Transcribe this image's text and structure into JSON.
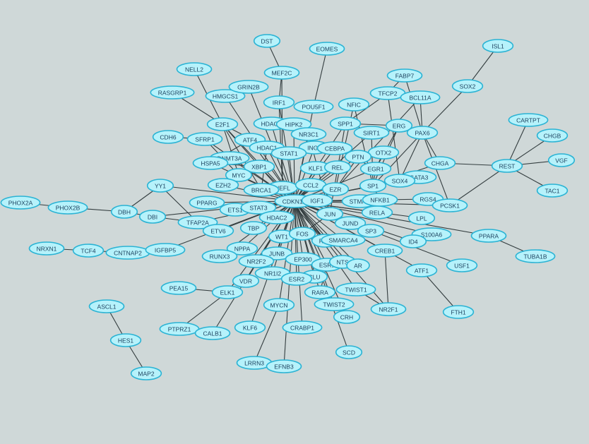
{
  "style": {
    "background": "#cfd8d8",
    "node_fill": "#b6f2fb",
    "node_stroke": "#2ab3d4",
    "edge_color": "#333d3f",
    "label_color": "#1a3f5c"
  },
  "nodes": [
    {
      "id": "DST",
      "label": "DST"
    },
    {
      "id": "EOMES",
      "label": "EOMES"
    },
    {
      "id": "ISL1",
      "label": "ISL1"
    },
    {
      "id": "NELL2",
      "label": "NELL2"
    },
    {
      "id": "MEF2C",
      "label": "MEF2C"
    },
    {
      "id": "FABP7",
      "label": "FABP7"
    },
    {
      "id": "RASGRP1",
      "label": "RASGRP1"
    },
    {
      "id": "HMGCS1",
      "label": "HMGCS1"
    },
    {
      "id": "GRIN2B",
      "label": "GRIN2B"
    },
    {
      "id": "SOX2",
      "label": "SOX2"
    },
    {
      "id": "TFCP2",
      "label": "TFCP2"
    },
    {
      "id": "BCL11A",
      "label": "BCL11A"
    },
    {
      "id": "IRF1",
      "label": "IRF1"
    },
    {
      "id": "POU5F1",
      "label": "POU5F1"
    },
    {
      "id": "NFIC",
      "label": "NFIC"
    },
    {
      "id": "CARTPT",
      "label": "CARTPT"
    },
    {
      "id": "E2F1",
      "label": "E2F1"
    },
    {
      "id": "HDAC7",
      "label": "HDAC7"
    },
    {
      "id": "HIPK2",
      "label": "HIPK2"
    },
    {
      "id": "SPP1",
      "label": "SPP1"
    },
    {
      "id": "ERG",
      "label": "ERG"
    },
    {
      "id": "CDH6",
      "label": "CDH6"
    },
    {
      "id": "NR3C1",
      "label": "NR3C1"
    },
    {
      "id": "SIRT1",
      "label": "SIRT1"
    },
    {
      "id": "PAX6",
      "label": "PAX6"
    },
    {
      "id": "CHGB",
      "label": "CHGB"
    },
    {
      "id": "SFRP1",
      "label": "SFRP1"
    },
    {
      "id": "ATF4",
      "label": "ATF4"
    },
    {
      "id": "HDAC1",
      "label": "HDAC1"
    },
    {
      "id": "ING4",
      "label": "ING4"
    },
    {
      "id": "CEBPA",
      "label": "CEBPA"
    },
    {
      "id": "STAT1",
      "label": "STAT1"
    },
    {
      "id": "OTX2",
      "label": "OTX2"
    },
    {
      "id": "DNMT3A",
      "label": "DNMT3A"
    },
    {
      "id": "PTN",
      "label": "PTN"
    },
    {
      "id": "VGF",
      "label": "VGF"
    },
    {
      "id": "HSPA5",
      "label": "HSPA5"
    },
    {
      "id": "XBP1",
      "label": "XBP1"
    },
    {
      "id": "KLF1",
      "label": "KLF1"
    },
    {
      "id": "REL",
      "label": "REL"
    },
    {
      "id": "EGR1",
      "label": "EGR1"
    },
    {
      "id": "CHGA",
      "label": "CHGA"
    },
    {
      "id": "REST",
      "label": "REST"
    },
    {
      "id": "MYC",
      "label": "MYC"
    },
    {
      "id": "GATA3",
      "label": "GATA3"
    },
    {
      "id": "SOX4",
      "label": "SOX4"
    },
    {
      "id": "YY1",
      "label": "YY1"
    },
    {
      "id": "EZH2",
      "label": "EZH2"
    },
    {
      "id": "NEFL",
      "label": "NEFL"
    },
    {
      "id": "CCL2",
      "label": "CCL2"
    },
    {
      "id": "EZR",
      "label": "EZR"
    },
    {
      "id": "SP1",
      "label": "SP1"
    },
    {
      "id": "TAC1",
      "label": "TAC1"
    },
    {
      "id": "BRCA1",
      "label": "BRCA1"
    },
    {
      "id": "PHOX2A",
      "label": "PHOX2A"
    },
    {
      "id": "PHOX2B",
      "label": "PHOX2B"
    },
    {
      "id": "PPARG",
      "label": "PPARG"
    },
    {
      "id": "CDKN1A",
      "label": "CDKN1A"
    },
    {
      "id": "IGF1",
      "label": "IGF1"
    },
    {
      "id": "STMN1",
      "label": "STMN1"
    },
    {
      "id": "NFKB1",
      "label": "NFKB1"
    },
    {
      "id": "RGS4",
      "label": "RGS4"
    },
    {
      "id": "PCSK1",
      "label": "PCSK1"
    },
    {
      "id": "DBH",
      "label": "DBH"
    },
    {
      "id": "ETS1",
      "label": "ETS1"
    },
    {
      "id": "STAT3",
      "label": "STAT3"
    },
    {
      "id": "DBI",
      "label": "DBI"
    },
    {
      "id": "JUN",
      "label": "JUN"
    },
    {
      "id": "RELA",
      "label": "RELA"
    },
    {
      "id": "LPL",
      "label": "LPL"
    },
    {
      "id": "TFAP2A",
      "label": "TFAP2A"
    },
    {
      "id": "HDAC2",
      "label": "HDAC2"
    },
    {
      "id": "JUND",
      "label": "JUND"
    },
    {
      "id": "ETV6",
      "label": "ETV6"
    },
    {
      "id": "TBP",
      "label": "TBP"
    },
    {
      "id": "SP3",
      "label": "SP3"
    },
    {
      "id": "S100A6",
      "label": "S100A6"
    },
    {
      "id": "PPARA",
      "label": "PPARA"
    },
    {
      "id": "WT1",
      "label": "WT1"
    },
    {
      "id": "FOS",
      "label": "FOS"
    },
    {
      "id": "RB1",
      "label": "RB1"
    },
    {
      "id": "SMARCA4",
      "label": "SMARCA4"
    },
    {
      "id": "ID4",
      "label": "ID4"
    },
    {
      "id": "NRXN1",
      "label": "NRXN1"
    },
    {
      "id": "TCF4",
      "label": "TCF4"
    },
    {
      "id": "CNTNAP2",
      "label": "CNTNAP2"
    },
    {
      "id": "IGFBP5",
      "label": "IGFBP5"
    },
    {
      "id": "NPPA",
      "label": "NPPA"
    },
    {
      "id": "JUNB",
      "label": "JUNB"
    },
    {
      "id": "CREB1",
      "label": "CREB1"
    },
    {
      "id": "TUBA1B",
      "label": "TUBA1B"
    },
    {
      "id": "RUNX3",
      "label": "RUNX3"
    },
    {
      "id": "NR2F2",
      "label": "NR2F2"
    },
    {
      "id": "EP300",
      "label": "EP300"
    },
    {
      "id": "ESR1",
      "label": "ESR1"
    },
    {
      "id": "NTS",
      "label": "NTS"
    },
    {
      "id": "AR",
      "label": "AR"
    },
    {
      "id": "USF1",
      "label": "USF1"
    },
    {
      "id": "ATF1",
      "label": "ATF1"
    },
    {
      "id": "NR1I2",
      "label": "NR1I2"
    },
    {
      "id": "CLU",
      "label": "CLU"
    },
    {
      "id": "ESR2",
      "label": "ESR2"
    },
    {
      "id": "VDR",
      "label": "VDR"
    },
    {
      "id": "PEA15",
      "label": "PEA15"
    },
    {
      "id": "TWIST1",
      "label": "TWIST1"
    },
    {
      "id": "RARA",
      "label": "RARA"
    },
    {
      "id": "ELK1",
      "label": "ELK1"
    },
    {
      "id": "ASCL1",
      "label": "ASCL1"
    },
    {
      "id": "MYCN",
      "label": "MYCN"
    },
    {
      "id": "TWIST2",
      "label": "TWIST2"
    },
    {
      "id": "NR2F1",
      "label": "NR2F1"
    },
    {
      "id": "FTH1",
      "label": "FTH1"
    },
    {
      "id": "CRH",
      "label": "CRH"
    },
    {
      "id": "HES1",
      "label": "HES1"
    },
    {
      "id": "PTPRZ1",
      "label": "PTPRZ1"
    },
    {
      "id": "CALB1",
      "label": "CALB1"
    },
    {
      "id": "KLF6",
      "label": "KLF6"
    },
    {
      "id": "CRABP1",
      "label": "CRABP1"
    },
    {
      "id": "SCD",
      "label": "SCD"
    },
    {
      "id": "MAP2",
      "label": "MAP2"
    },
    {
      "id": "LRRN3",
      "label": "LRRN3"
    },
    {
      "id": "EFNB3",
      "label": "EFNB3"
    }
  ],
  "edges": [
    [
      "ISL1",
      "SOX2"
    ],
    [
      "SOX2",
      "PAX6"
    ],
    [
      "DST",
      "MEF2C"
    ],
    [
      "MEF2C",
      "IRF1"
    ],
    [
      "MEF2C",
      "NEFL"
    ],
    [
      "EOMES",
      "POU5F1"
    ],
    [
      "POU5F1",
      "CDKN1A"
    ],
    [
      "FABP7",
      "PAX6"
    ],
    [
      "FABP7",
      "TFCP2"
    ],
    [
      "TFCP2",
      "SPP1"
    ],
    [
      "TFCP2",
      "SOX4"
    ],
    [
      "BCL11A",
      "PAX6"
    ],
    [
      "BCL11A",
      "TFCP2"
    ],
    [
      "BCL11A",
      "EZR"
    ],
    [
      "NELL2",
      "E2F1"
    ],
    [
      "RASGRP1",
      "E2F1"
    ],
    [
      "HMGCS1",
      "CDKN1A"
    ],
    [
      "GRIN2B",
      "CDKN1A"
    ],
    [
      "IRF1",
      "NEFL"
    ],
    [
      "IRF1",
      "CDKN1A"
    ],
    [
      "NFIC",
      "EZR"
    ],
    [
      "NFIC",
      "SP1"
    ],
    [
      "CARTPT",
      "REST"
    ],
    [
      "CHGB",
      "REST"
    ],
    [
      "VGF",
      "REST"
    ],
    [
      "TAC1",
      "REST"
    ],
    [
      "REST",
      "CHGA"
    ],
    [
      "REST",
      "PCSK1"
    ],
    [
      "CHGA",
      "PAX6"
    ],
    [
      "CHGA",
      "SP1"
    ],
    [
      "E2F1",
      "BRCA1"
    ],
    [
      "E2F1",
      "HDAC1"
    ],
    [
      "E2F1",
      "CDKN1A"
    ],
    [
      "E2F1",
      "MYC"
    ],
    [
      "E2F1",
      "RB1"
    ],
    [
      "HDAC7",
      "CDKN1A"
    ],
    [
      "HIPK2",
      "CDKN1A"
    ],
    [
      "SPP1",
      "CDKN1A"
    ],
    [
      "SPP1",
      "JUN"
    ],
    [
      "SPP1",
      "ERG"
    ],
    [
      "ERG",
      "EGR1"
    ],
    [
      "ERG",
      "SP1"
    ],
    [
      "CDH6",
      "SFRP1"
    ],
    [
      "NR3C1",
      "CDKN1A"
    ],
    [
      "NR3C1",
      "JUN"
    ],
    [
      "SIRT1",
      "CDKN1A"
    ],
    [
      "SIRT1",
      "SP1"
    ],
    [
      "PAX6",
      "SOX4"
    ],
    [
      "PAX6",
      "SP1"
    ],
    [
      "PAX6",
      "PCSK1"
    ],
    [
      "SFRP1",
      "CDKN1A"
    ],
    [
      "SFRP1",
      "MYC"
    ],
    [
      "ATF4",
      "CDKN1A"
    ],
    [
      "ATF4",
      "HSPA5"
    ],
    [
      "HDAC1",
      "CDKN1A"
    ],
    [
      "HDAC1",
      "STAT1"
    ],
    [
      "HDAC1",
      "BRCA1"
    ],
    [
      "ING4",
      "CDKN1A"
    ],
    [
      "CEBPA",
      "CDKN1A"
    ],
    [
      "CEBPA",
      "EGR1"
    ],
    [
      "STAT1",
      "CDKN1A"
    ],
    [
      "OTX2",
      "EGR1"
    ],
    [
      "DNMT3A",
      "CDKN1A"
    ],
    [
      "PTN",
      "EZR"
    ],
    [
      "PTN",
      "CDKN1A"
    ],
    [
      "HSPA5",
      "XBP1"
    ],
    [
      "HSPA5",
      "CDKN1A"
    ],
    [
      "XBP1",
      "CDKN1A"
    ],
    [
      "KLF1",
      "CDKN1A"
    ],
    [
      "REL",
      "CDKN1A"
    ],
    [
      "EGR1",
      "CDKN1A"
    ],
    [
      "EGR1",
      "SP1"
    ],
    [
      "MYC",
      "CDKN1A"
    ],
    [
      "GATA3",
      "SP1"
    ],
    [
      "GATA3",
      "CDKN1A"
    ],
    [
      "SOX4",
      "CDKN1A"
    ],
    [
      "YY1",
      "DBH"
    ],
    [
      "YY1",
      "CDKN1A"
    ],
    [
      "YY1",
      "TFAP2A"
    ],
    [
      "EZH2",
      "CDKN1A"
    ],
    [
      "NEFL",
      "CDKN1A"
    ],
    [
      "CCL2",
      "CDKN1A"
    ],
    [
      "EZR",
      "CDKN1A"
    ],
    [
      "SP1",
      "CDKN1A"
    ],
    [
      "SP1",
      "NFKB1"
    ],
    [
      "BRCA1",
      "CDKN1A"
    ],
    [
      "PHOX2A",
      "PHOX2B"
    ],
    [
      "PHOX2B",
      "DBH"
    ],
    [
      "PPARG",
      "CDKN1A"
    ],
    [
      "IGF1",
      "CDKN1A"
    ],
    [
      "STMN1",
      "CDKN1A"
    ],
    [
      "NFKB1",
      "CDKN1A"
    ],
    [
      "RGS4",
      "CDKN1A"
    ],
    [
      "RGS4",
      "PCSK1"
    ],
    [
      "PCSK1",
      "CDKN1A"
    ],
    [
      "DBH",
      "DBI"
    ],
    [
      "DBI",
      "TFAP2A"
    ],
    [
      "ETS1",
      "CDKN1A"
    ],
    [
      "STAT3",
      "CDKN1A"
    ],
    [
      "DBI",
      "CDKN1A"
    ],
    [
      "JUN",
      "CDKN1A"
    ],
    [
      "RELA",
      "CDKN1A"
    ],
    [
      "LPL",
      "CDKN1A"
    ],
    [
      "TFAP2A",
      "CDKN1A"
    ],
    [
      "HDAC2",
      "CDKN1A"
    ],
    [
      "JUND",
      "CDKN1A"
    ],
    [
      "ETV6",
      "CDKN1A"
    ],
    [
      "TBP",
      "CDKN1A"
    ],
    [
      "SP3",
      "CDKN1A"
    ],
    [
      "S100A6",
      "CDKN1A"
    ],
    [
      "PPARA",
      "TUBA1B"
    ],
    [
      "PPARA",
      "CDKN1A"
    ],
    [
      "WT1",
      "CDKN1A"
    ],
    [
      "FOS",
      "CDKN1A"
    ],
    [
      "RB1",
      "CDKN1A"
    ],
    [
      "SMARCA4",
      "CDKN1A"
    ],
    [
      "ID4",
      "CDKN1A"
    ],
    [
      "NRXN1",
      "TCF4"
    ],
    [
      "TCF4",
      "CNTNAP2"
    ],
    [
      "IGFBP5",
      "CDKN1A"
    ],
    [
      "NPPA",
      "CDKN1A"
    ],
    [
      "JUNB",
      "CDKN1A"
    ],
    [
      "CREB1",
      "CDKN1A"
    ],
    [
      "CREB1",
      "NR2F1"
    ],
    [
      "RUNX3",
      "CDKN1A"
    ],
    [
      "NR2F2",
      "CDKN1A"
    ],
    [
      "EP300",
      "CDKN1A"
    ],
    [
      "ESR1",
      "CDKN1A"
    ],
    [
      "NTS",
      "CDKN1A"
    ],
    [
      "AR",
      "CDKN1A"
    ],
    [
      "USF1",
      "CDKN1A"
    ],
    [
      "ATF1",
      "CDKN1A"
    ],
    [
      "ATF1",
      "FTH1"
    ],
    [
      "NR1I2",
      "CDKN1A"
    ],
    [
      "CLU",
      "CDKN1A"
    ],
    [
      "ESR2",
      "CDKN1A"
    ],
    [
      "VDR",
      "CDKN1A"
    ],
    [
      "PEA15",
      "ELK1"
    ],
    [
      "ELK1",
      "CDKN1A"
    ],
    [
      "ASCL1",
      "HES1"
    ],
    [
      "HES1",
      "MAP2"
    ],
    [
      "MYCN",
      "CDKN1A"
    ],
    [
      "MYCN",
      "LRRN3"
    ],
    [
      "TWIST1",
      "CDKN1A"
    ],
    [
      "RARA",
      "CDKN1A"
    ],
    [
      "TWIST2",
      "CDKN1A"
    ],
    [
      "CRH",
      "CDKN1A"
    ],
    [
      "NR2F1",
      "CDKN1A"
    ],
    [
      "PTPRZ1",
      "ELK1"
    ],
    [
      "CALB1",
      "CDKN1A"
    ],
    [
      "KLF6",
      "CDKN1A"
    ],
    [
      "CRABP1",
      "CDKN1A"
    ],
    [
      "SCD",
      "CDKN1A"
    ],
    [
      "EFNB3",
      "CDKN1A"
    ],
    [
      "TWIST1",
      "NR2F1"
    ],
    [
      "FOS",
      "JUN"
    ],
    [
      "ESR1",
      "RARA"
    ]
  ]
}
